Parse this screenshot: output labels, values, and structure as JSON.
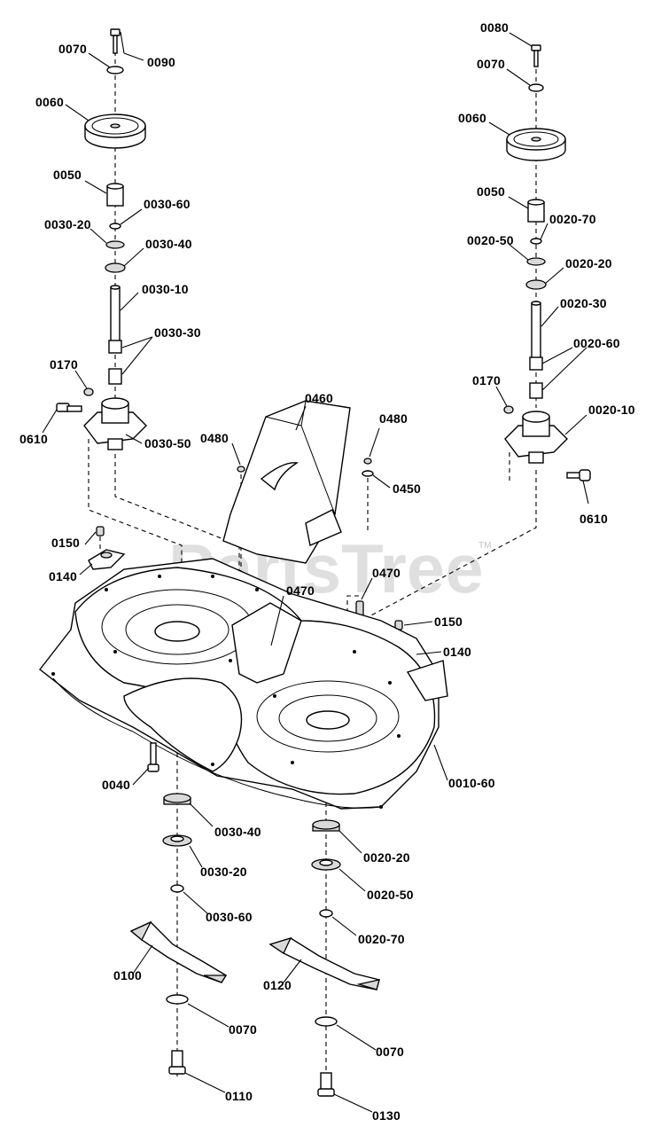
{
  "watermark": {
    "text": "PartsTree",
    "trademark": "TM"
  },
  "labels": {
    "p0070_a": "0070",
    "p0090": "0090",
    "p0080": "0080",
    "p0070_b": "0070",
    "p0060_a": "0060",
    "p0060_b": "0060",
    "p0050_a": "0050",
    "p0030_60_a": "0030-60",
    "p0030_20_a": "0030-20",
    "p0030_40_a": "0030-40",
    "p0030_10": "0030-10",
    "p0030_30": "0030-30",
    "p0050_b": "0050",
    "p0020_70_a": "0020-70",
    "p0020_50_a": "0020-50",
    "p0020_20_a": "0020-20",
    "p0020_30": "0020-30",
    "p0020_60": "0020-60",
    "p0170_a": "0170",
    "p0610_a": "0610",
    "p0030_50": "0030-50",
    "p0170_b": "0170",
    "p0020_10": "0020-10",
    "p0610_b": "0610",
    "p0460": "0460",
    "p0480_a": "0480",
    "p0480_b": "0480",
    "p0450": "0450",
    "p0150_a": "0150",
    "p0140_a": "0140",
    "p0470_a": "0470",
    "p0470_b": "0470",
    "p0150_b": "0150",
    "p0140_b": "0140",
    "p0040": "0040",
    "p0010_60": "0010-60",
    "p0030_40_b": "0030-40",
    "p0030_20_b": "0030-20",
    "p0030_60_b": "0030-60",
    "p0020_20_b": "0020-20",
    "p0020_50_b": "0020-50",
    "p0020_70_b": "0020-70",
    "p0100": "0100",
    "p0120": "0120",
    "p0070_c": "0070",
    "p0070_d": "0070",
    "p0110": "0110",
    "p0130": "0130"
  }
}
